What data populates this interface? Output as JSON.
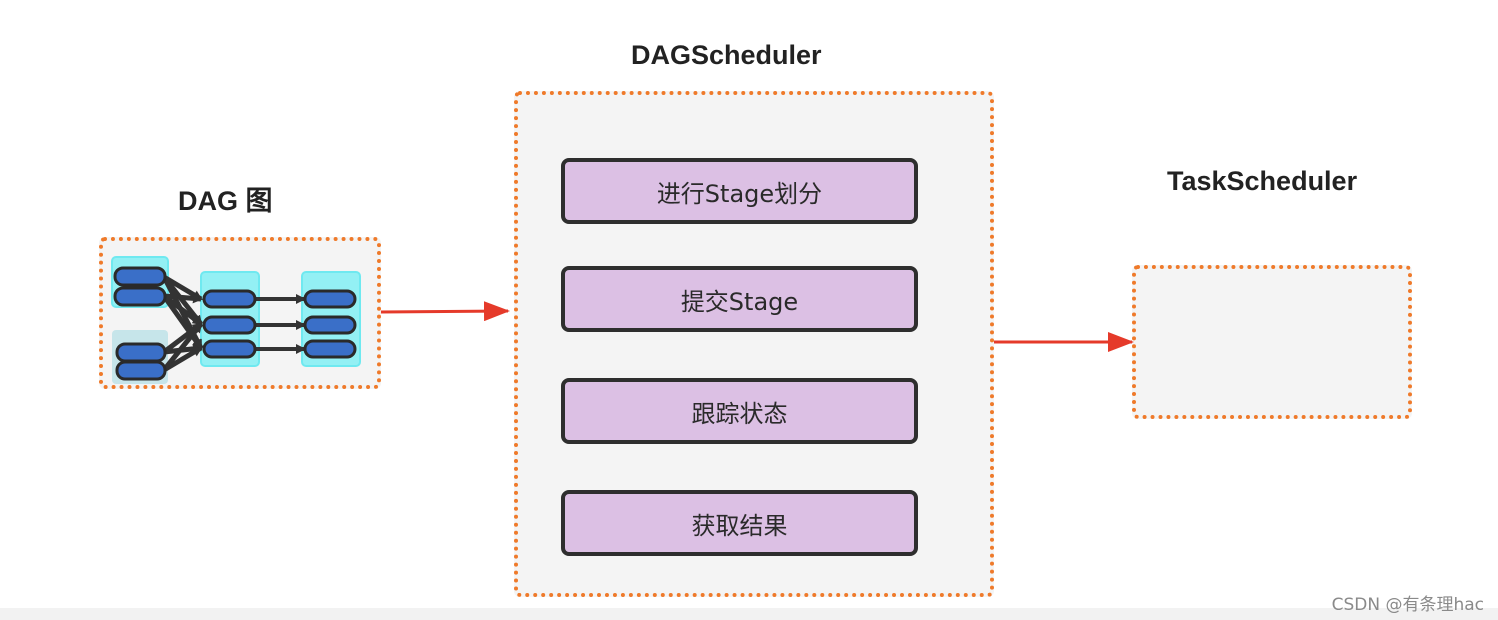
{
  "diagram": {
    "dag_graph": {
      "title": "DAG 图"
    },
    "dag_scheduler": {
      "title": "DAGScheduler",
      "steps": [
        {
          "label": "进行Stage划分"
        },
        {
          "label": "提交Stage"
        },
        {
          "label": "跟踪状态"
        },
        {
          "label": "获取结果"
        }
      ]
    },
    "task_scheduler": {
      "title": "TaskScheduler"
    }
  },
  "watermark": "CSDN @有条理hac",
  "colors": {
    "dotted_border": "#ef7a2a",
    "box_background": "#f4f4f4",
    "step_fill": "#dcc0e4",
    "node_fill": "#3a6fc8",
    "stage_highlight": "#7ef3f7",
    "arrow_red": "#e53a2a"
  }
}
